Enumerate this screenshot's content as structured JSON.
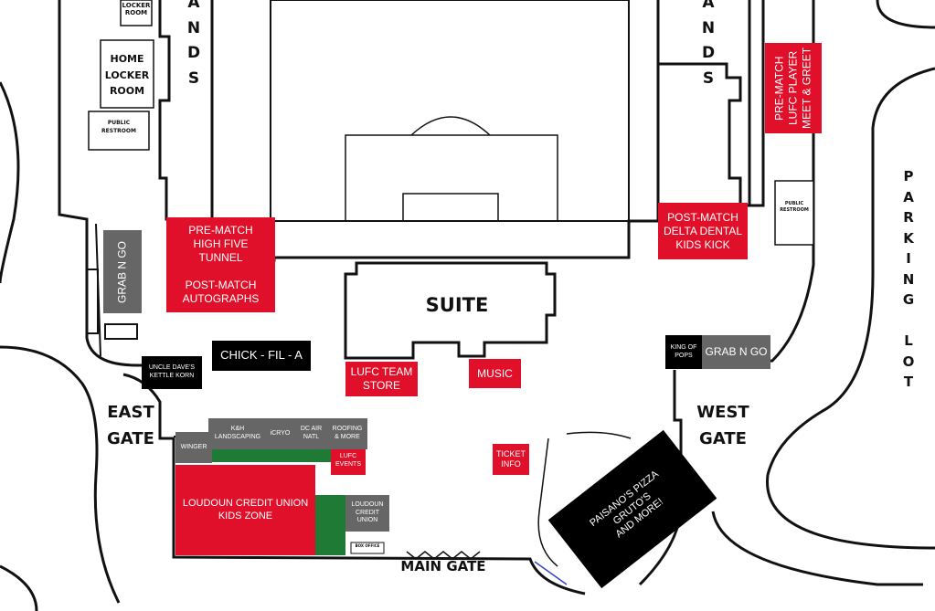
{
  "map_labels": {
    "locker_room_top": "LOCKER\nROOM",
    "home_locker_room": "HOME\nLOCKER\nROOM",
    "public_restroom_left": "PUBLIC\nRESTROOM",
    "public_restroom_right": "PUBLIC\nRESTROOM",
    "stands_left": "A\nN\nD\nS",
    "stands_right": "A\nN\nD\nS",
    "suite": "SUITE",
    "east_gate": "EAST\nGATE",
    "west_gate": "WEST\nGATE",
    "main_gate": "MAIN GATE",
    "parking_lot": "P\nA\nR\nK\nI\nN\nG\n\nL\nO\nT",
    "box_office": "BOX OFFICE"
  },
  "venues": {
    "pre_match_tunnel": "PRE-MATCH\nHIGH FIVE\nTUNNEL\n\nPOST-MATCH\nAUTOGRAPHS",
    "post_match_kids_kick": "POST-MATCH\nDELTA DENTAL\nKIDS KICK",
    "meet_greet": "PRE-MATCH\nLUFC PLAYER\nMEET & GREET",
    "grab_n_go_left": "GRAB N GO",
    "grab_n_go_right": "GRAB N GO",
    "chick_fil_a": "CHICK - FIL - A",
    "kettle_korn": "UNCLE DAVE'S\nKETTLE KORN",
    "team_store": "LUFC TEAM\nSTORE",
    "music": "MUSIC",
    "king_of_pops": "KING OF\nPOPS",
    "kh_landscaping": "K&H\nLANDSCAPING",
    "icryo": "iCRYO",
    "dc_air": "DC AIR\nNATL",
    "roofing": "ROOFING\n& MORE",
    "winger": "WINGER",
    "lufc_events": "LUFC\nEVENTS",
    "kids_zone": "LOUDOUN CREDIT UNION\nKIDS ZONE",
    "loudoun_credit_union": "LOUDOUN\nCREDIT\nUNION",
    "ticket_info": "TICKET\nINFO",
    "paisanos": "PAISANO'S PIZZA\nGRUTO'S\nAND MORE!"
  },
  "colors": {
    "red": "#e0102a",
    "black": "#000000",
    "gray": "#666666",
    "green": "#1f7a35"
  }
}
